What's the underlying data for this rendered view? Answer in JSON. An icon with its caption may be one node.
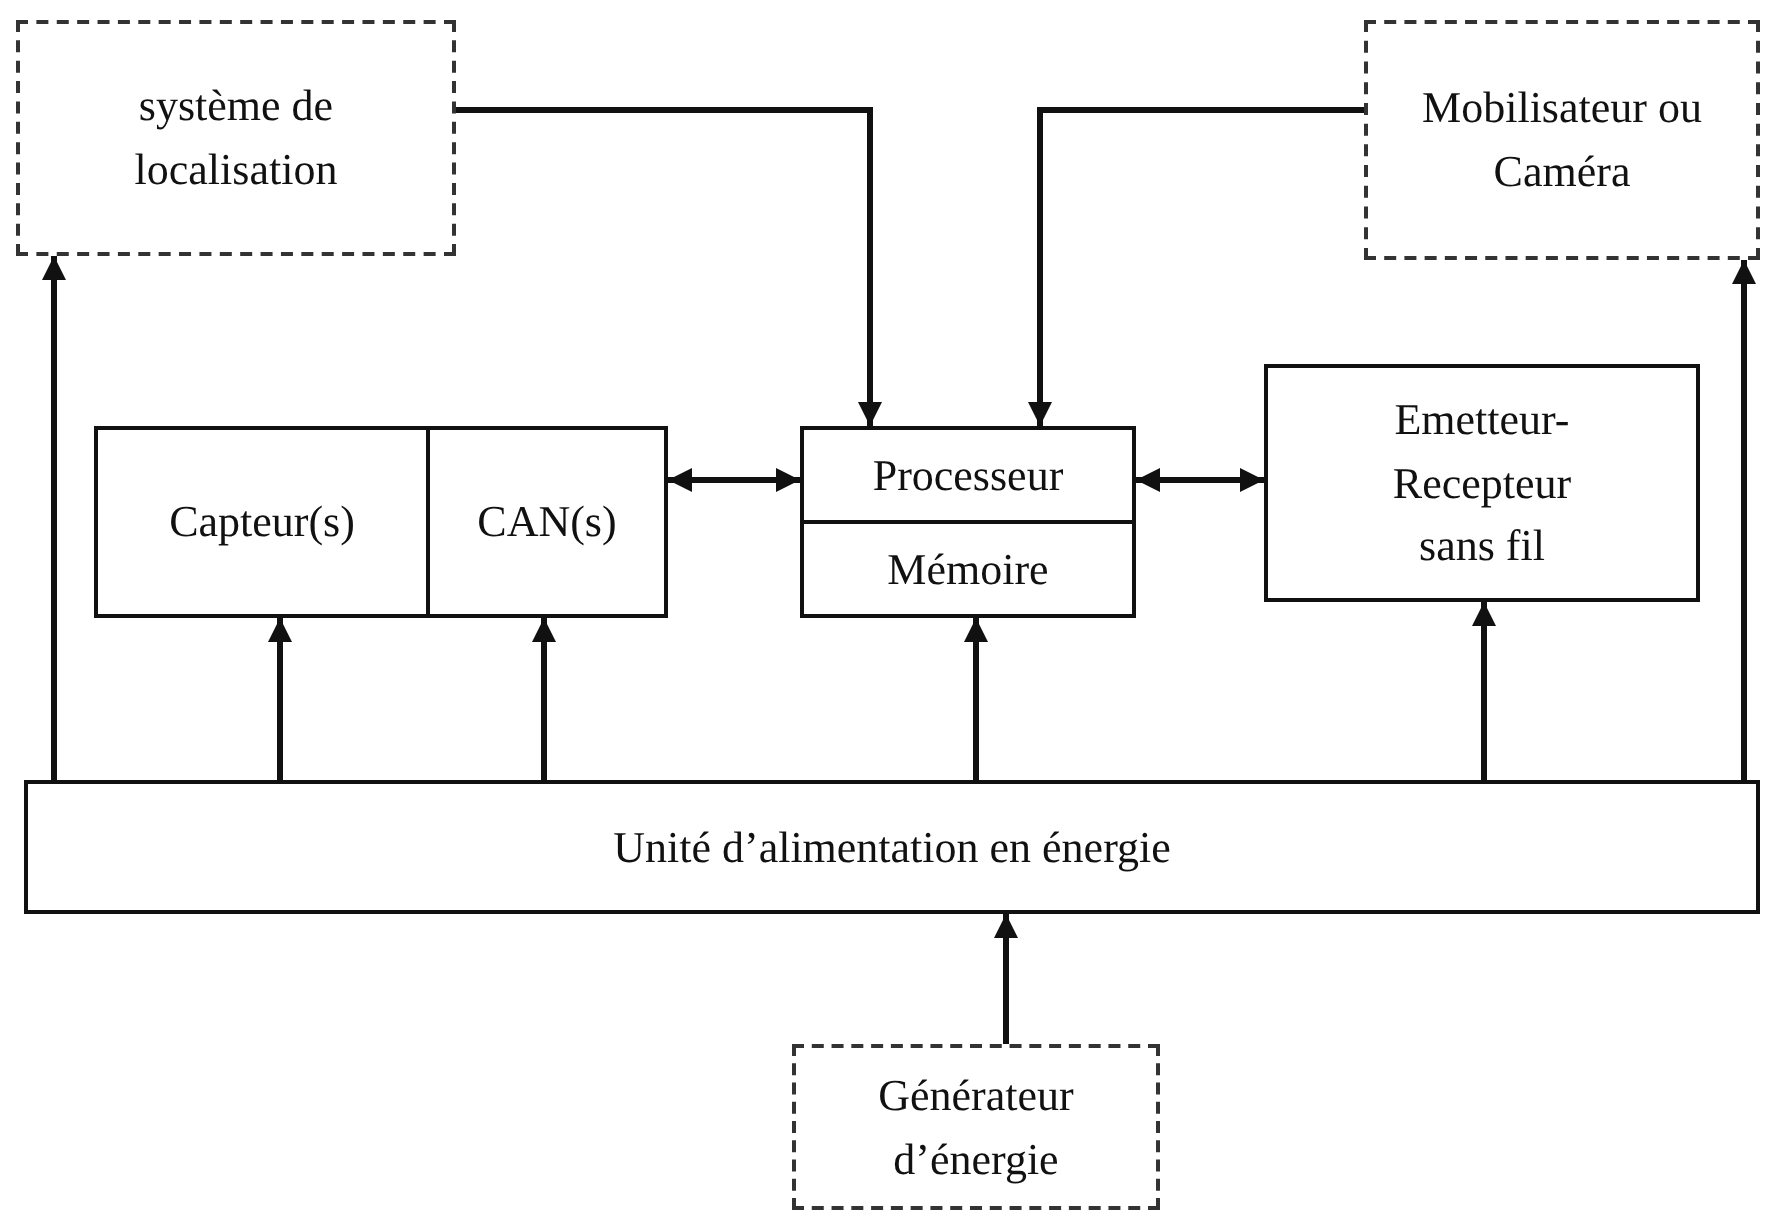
{
  "diagram": {
    "nodes": [
      {
        "text": [
          "système de localisation"
        ]
      },
      {
        "text": [
          "Mobilisateur ou Caméra"
        ]
      },
      {
        "text": [
          "Capteur(s)"
        ]
      },
      {
        "text": [
          "CAN(s)"
        ]
      },
      {
        "text": [
          "Processeur"
        ]
      },
      {
        "text": [
          "Mémoire"
        ]
      },
      {
        "text": [
          "Emetteur- Recepteur sans fil"
        ]
      },
      {
        "text": [
          "Unité d’alimentation en énergie"
        ]
      },
      {
        "text": [
          "Générateur d’énergie"
        ]
      }
    ],
    "edges": [
      {
        "from": 0,
        "to": 4,
        "arrow": "to"
      },
      {
        "from": 1,
        "to": 4,
        "arrow": "to"
      },
      {
        "from": 3,
        "to": 4,
        "arrow": "both"
      },
      {
        "from": 4,
        "to": 6,
        "arrow": "both"
      },
      {
        "from": 7,
        "to": 2,
        "arrow": "to"
      },
      {
        "from": 7,
        "to": 3,
        "arrow": "to"
      },
      {
        "from": 7,
        "to": 5,
        "arrow": "to"
      },
      {
        "from": 7,
        "to": 6,
        "arrow": "to"
      },
      {
        "from": 7,
        "to": 0,
        "arrow": "to"
      },
      {
        "from": 7,
        "to": 1,
        "arrow": "to"
      },
      {
        "from": 8,
        "to": 7,
        "arrow": "to"
      }
    ]
  }
}
